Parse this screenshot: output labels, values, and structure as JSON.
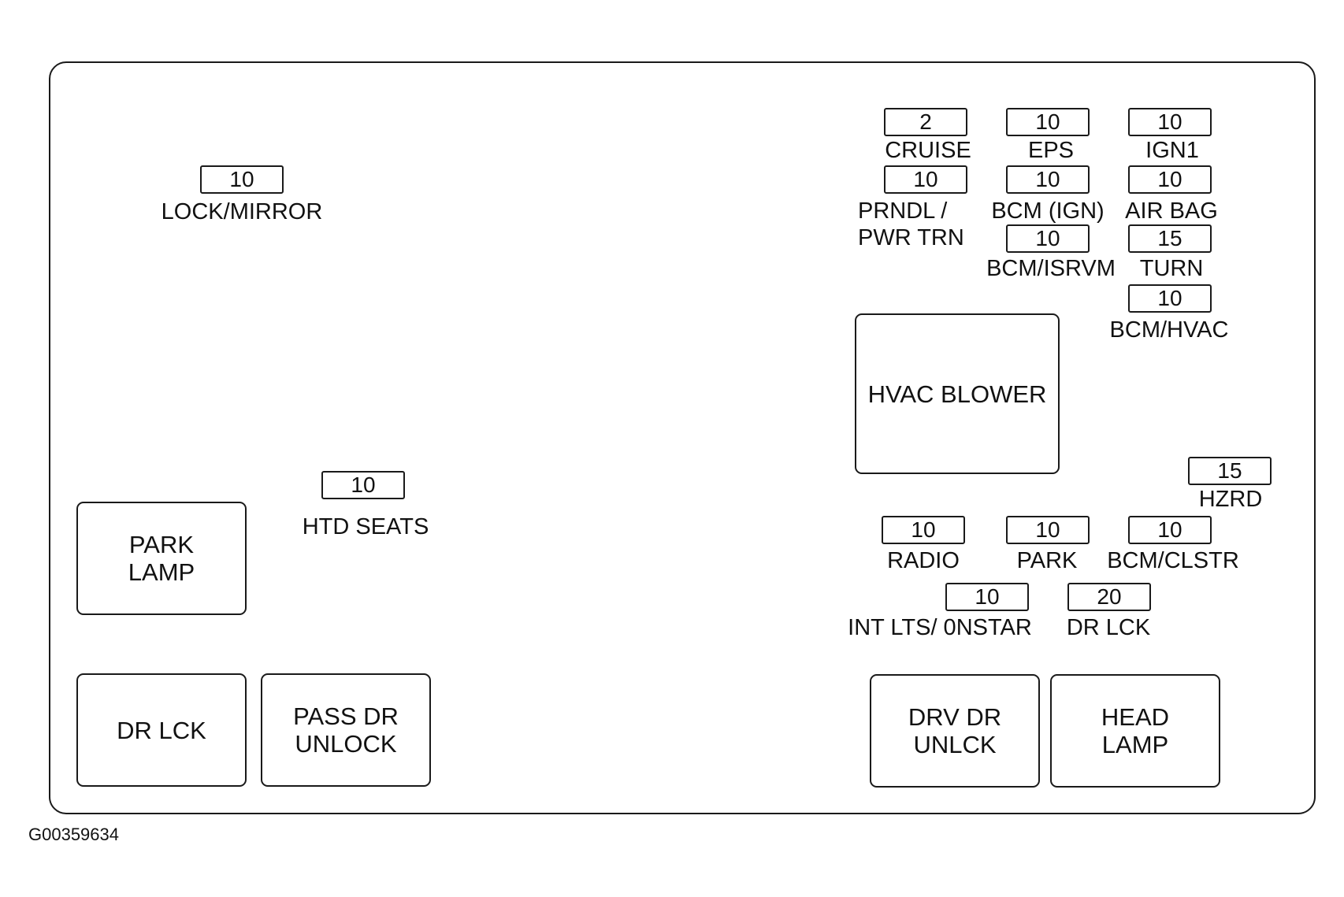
{
  "diagram": {
    "figure_id": "G00359634",
    "fuses": {
      "lock_mirror": {
        "amp": "10",
        "label": "LOCK/MIRROR"
      },
      "cruise": {
        "amp": "2",
        "label": "CRUISE"
      },
      "eps": {
        "amp": "10",
        "label": "EPS"
      },
      "ign1": {
        "amp": "10",
        "label": "IGN1"
      },
      "prndl": {
        "amp": "10",
        "label": "PRNDL /\nPWR  TRN"
      },
      "bcm_ign": {
        "amp": "10",
        "label": "BCM (IGN)"
      },
      "air_bag": {
        "amp": "10",
        "label": "AIR BAG"
      },
      "bcm_isrvm": {
        "amp": "10",
        "label": "BCM/ISRVM"
      },
      "turn": {
        "amp": "15",
        "label": "TURN"
      },
      "bcm_hvac": {
        "amp": "10",
        "label": "BCM/HVAC"
      },
      "htd_seats": {
        "amp": "10",
        "label": "HTD SEATS"
      },
      "hzrd": {
        "amp": "15",
        "label": "HZRD"
      },
      "radio": {
        "amp": "10",
        "label": "RADIO"
      },
      "park": {
        "amp": "10",
        "label": "PARK"
      },
      "bcm_clstr": {
        "amp": "10",
        "label": "BCM/CLSTR"
      },
      "int_lts": {
        "amp": "10",
        "label": "INT LTS/ 0NSTAR"
      },
      "dr_lck_fuse": {
        "amp": "20",
        "label": "DR  LCK"
      }
    },
    "relays": {
      "hvac_blower": "HVAC BLOWER",
      "park_lamp": "PARK\nLAMP",
      "dr_lck": "DR LCK",
      "pass_dr_unlock": "PASS DR\nUNLOCK",
      "drv_dr_unlck": "DRV DR\nUNLCK",
      "head_lamp": "HEAD\nLAMP"
    }
  }
}
